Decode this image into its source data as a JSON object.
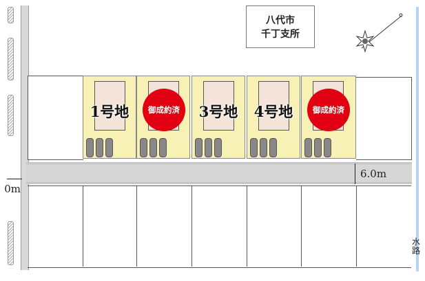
{
  "landmark": {
    "line1": "八代市",
    "line2": "千丁支所"
  },
  "lots": [
    {
      "label": "1号地",
      "sold": false
    },
    {
      "label": "御成約済",
      "sold": true
    },
    {
      "label": "3号地",
      "sold": false
    },
    {
      "label": "4号地",
      "sold": false
    },
    {
      "label": "御成約済",
      "sold": true
    }
  ],
  "road_width": "6.0m",
  "side_road_width_partial": "0m",
  "waterway_label_partial": "水路",
  "colors": {
    "lot_fill": "#f8f1b6",
    "sold_badge": "#e00012",
    "road": "#d6d6d6",
    "waterway": "#b9d4f2"
  },
  "compass": {
    "icon": "north-arrow-compass"
  }
}
